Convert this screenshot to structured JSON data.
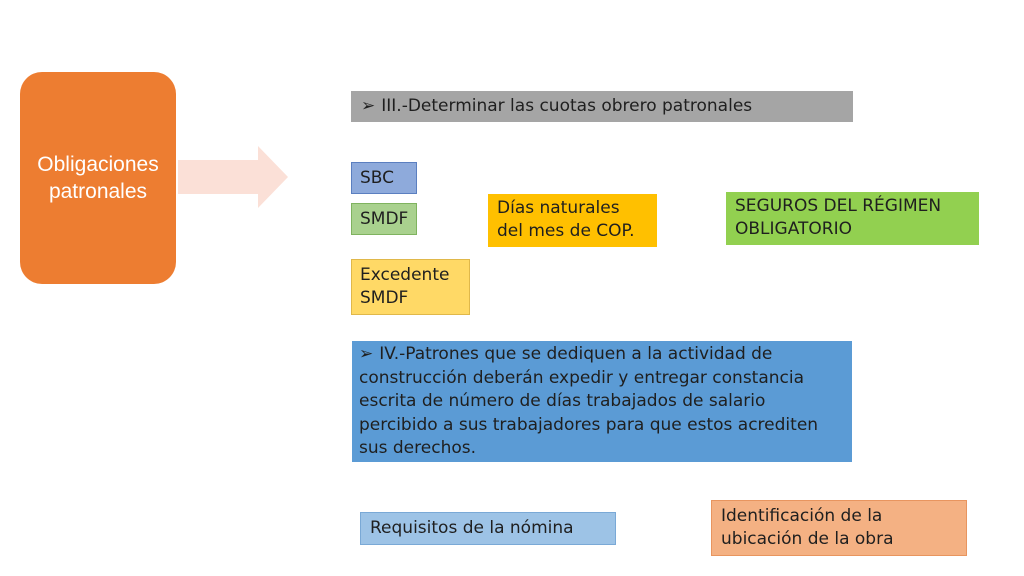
{
  "main_box": {
    "label": "Obligaciones patronales"
  },
  "header_iii": {
    "bullet": "➢",
    "text": "III.-Determinar las cuotas obrero patronales"
  },
  "items": {
    "sbc": "SBC",
    "smdf": "SMDF",
    "excedente": "Excedente SMDF",
    "dias": "Días naturales del mes de COP.",
    "seguros": "SEGUROS DEL RÉGIMEN OBLIGATORIO"
  },
  "block_iv": {
    "bullet": "➢",
    "text": "IV.-Patrones que se dediquen a la actividad de construcción deberán expedir y entregar constancia escrita de número de días trabajados de salario percibido a sus trabajadores para que estos acrediten sus derechos."
  },
  "requisitos": "Requisitos de la nómina",
  "identificacion": "Identificación de la ubicación de la obra",
  "colors": {
    "main": "#ed7d31",
    "arrow": "#fbe0d7",
    "header": "#a5a5a5",
    "sbc": "#8eaadb",
    "smdf": "#a9d18e",
    "excedente": "#ffd966",
    "dias": "#ffc000",
    "seguros": "#92d050",
    "block_iv": "#5b9bd5",
    "requisitos": "#9dc3e6",
    "identificacion": "#f4b183"
  }
}
